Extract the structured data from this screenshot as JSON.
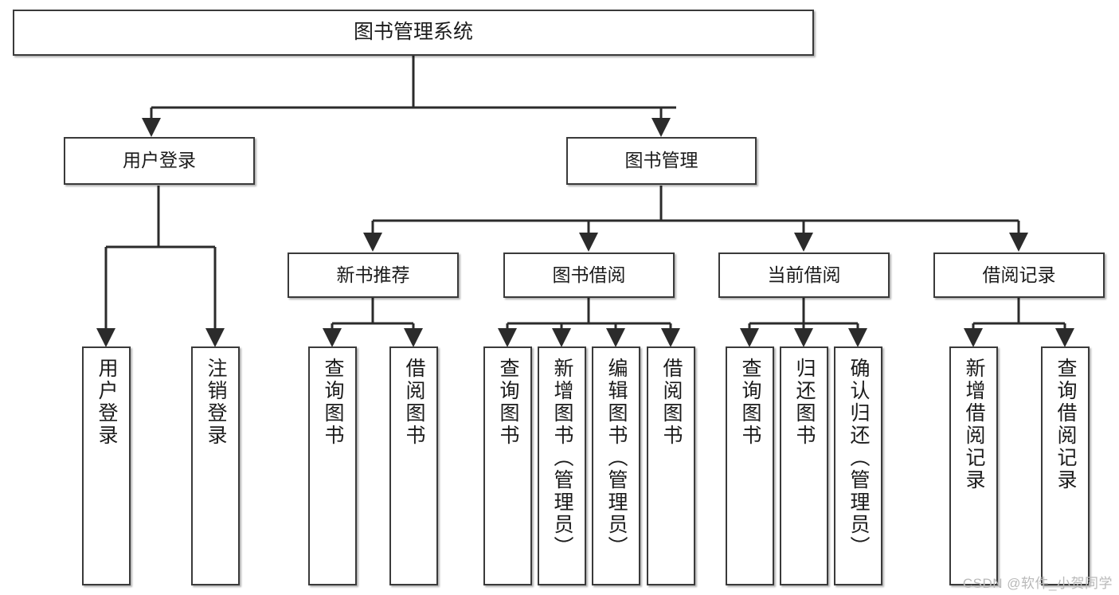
{
  "diagram": {
    "title": "图书管理系统",
    "type": "functional-structure-tree",
    "watermark": "CSDN @软件_小贺同学",
    "colors": {
      "background": "#ffffff",
      "box_border": "#3a3a3a",
      "box_fill": "#ffffff",
      "connector": "#2b2b2b",
      "text": "#1b1b1b",
      "watermark": "#b9b9b9"
    },
    "root": {
      "label": "图书管理系统"
    },
    "tier1": [
      {
        "label": "用户登录"
      },
      {
        "label": "图书管理"
      }
    ],
    "tier2": [
      {
        "label": "新书推荐"
      },
      {
        "label": "图书借阅"
      },
      {
        "label": "当前借阅"
      },
      {
        "label": "借阅记录"
      }
    ],
    "leaves": {
      "user_login": [
        {
          "label": "用户登录"
        },
        {
          "label": "注销登录"
        }
      ],
      "new_book_recommend": [
        {
          "label": "查询图书"
        },
        {
          "label": "借阅图书"
        }
      ],
      "book_borrow": [
        {
          "label": "查询图书"
        },
        {
          "label": "新增图书（管理员）"
        },
        {
          "label": "编辑图书（管理员）"
        },
        {
          "label": "借阅图书"
        }
      ],
      "current_borrow": [
        {
          "label": "查询图书"
        },
        {
          "label": "归还图书"
        },
        {
          "label": "确认归还（管理员）"
        }
      ],
      "borrow_record": [
        {
          "label": "新增借阅记录"
        },
        {
          "label": "查询借阅记录"
        }
      ]
    }
  }
}
